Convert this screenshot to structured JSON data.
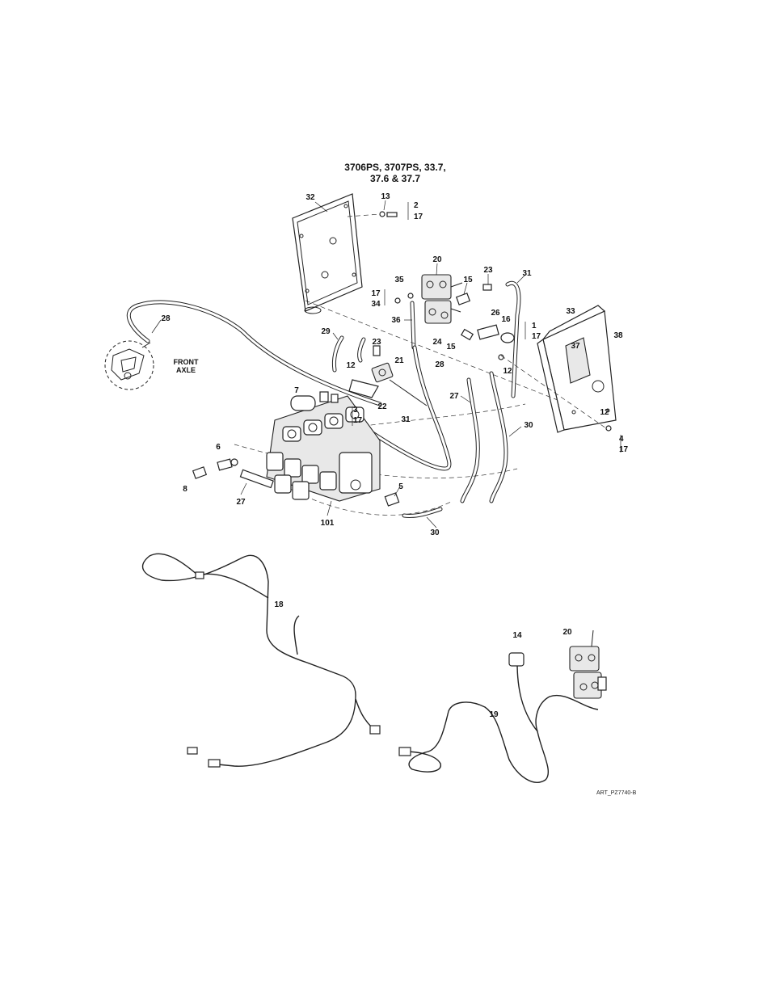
{
  "header": {
    "title_line1": "3706PS, 3707PS, 33.7,",
    "title_line2": "37.6 & 37.7"
  },
  "captions": {
    "front_axle_line1": "FRONT",
    "front_axle_line2": "AXLE"
  },
  "art_id": "ART_PZ7740-B",
  "callouts": {
    "c32": "32",
    "c13": "13",
    "c2": "2",
    "c17a": "17",
    "c20a": "20",
    "c23a": "23",
    "c31a": "31",
    "c35": "35",
    "c15a": "15",
    "c17b": "17",
    "c34": "34",
    "c36": "36",
    "c26": "26",
    "c16": "16",
    "c1": "1",
    "c17c": "17",
    "c24": "24",
    "c15b": "15",
    "c12a": "12",
    "c33": "33",
    "c38": "38",
    "c37": "37",
    "c28a": "28",
    "c29": "29",
    "c23b": "23",
    "c12b": "12",
    "c21": "21",
    "c28b": "28",
    "c7": "7",
    "c22": "22",
    "c3": "3",
    "c17d": "17",
    "c31b": "31",
    "c27a": "27",
    "c12c": "12",
    "c4": "4",
    "c17e": "17",
    "c30a": "30",
    "c6": "6",
    "c8": "8",
    "c27b": "27",
    "c5": "5",
    "c101": "101",
    "c30b": "30",
    "c18": "18",
    "c14": "14",
    "c20b": "20",
    "c19": "19"
  }
}
